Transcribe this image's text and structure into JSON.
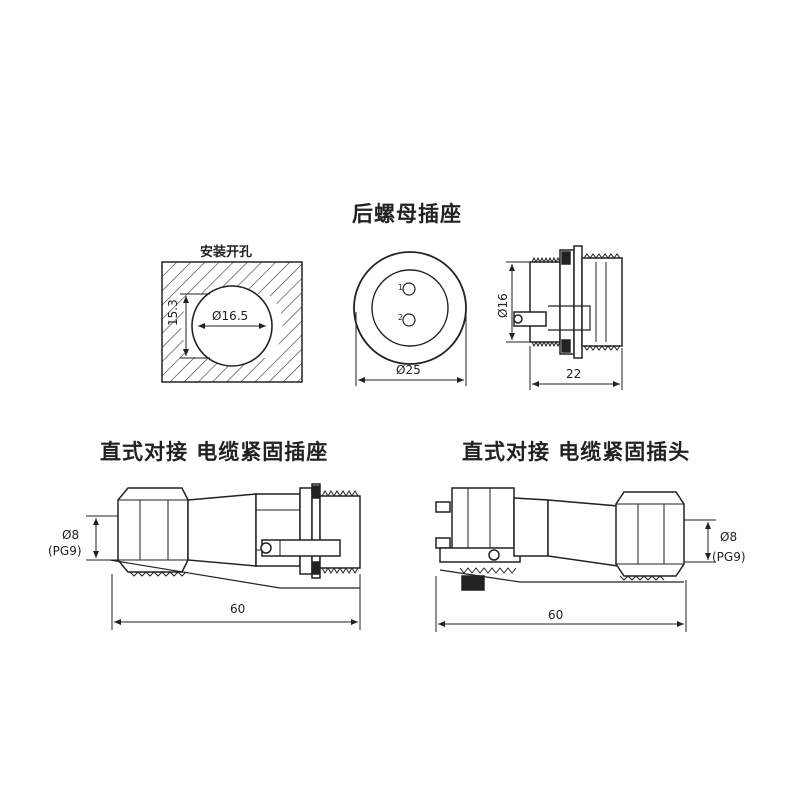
{
  "titles": {
    "rear_nut_socket": "后螺母插座",
    "panel_cutout": "安装开孔",
    "straight_socket": "直式对接 电缆紧固插座",
    "straight_plug": "直式对接 电缆紧固插头"
  },
  "dimensions": {
    "cutout_diameter": "Ø16.5",
    "cutout_flat": "15.3",
    "flange_diameter": "Ø25",
    "thread_diameter": "Ø16",
    "socket_length": "22",
    "cable_diameter_socket": "Ø8",
    "cable_gland_socket": "(PG9)",
    "cable_diameter_plug": "Ø8",
    "cable_gland_plug": "(PG9)",
    "total_length_socket": "60",
    "total_length_plug": "60"
  },
  "pins": [
    "1",
    "2"
  ],
  "colors": {
    "line": "#222222",
    "background": "#ffffff"
  }
}
